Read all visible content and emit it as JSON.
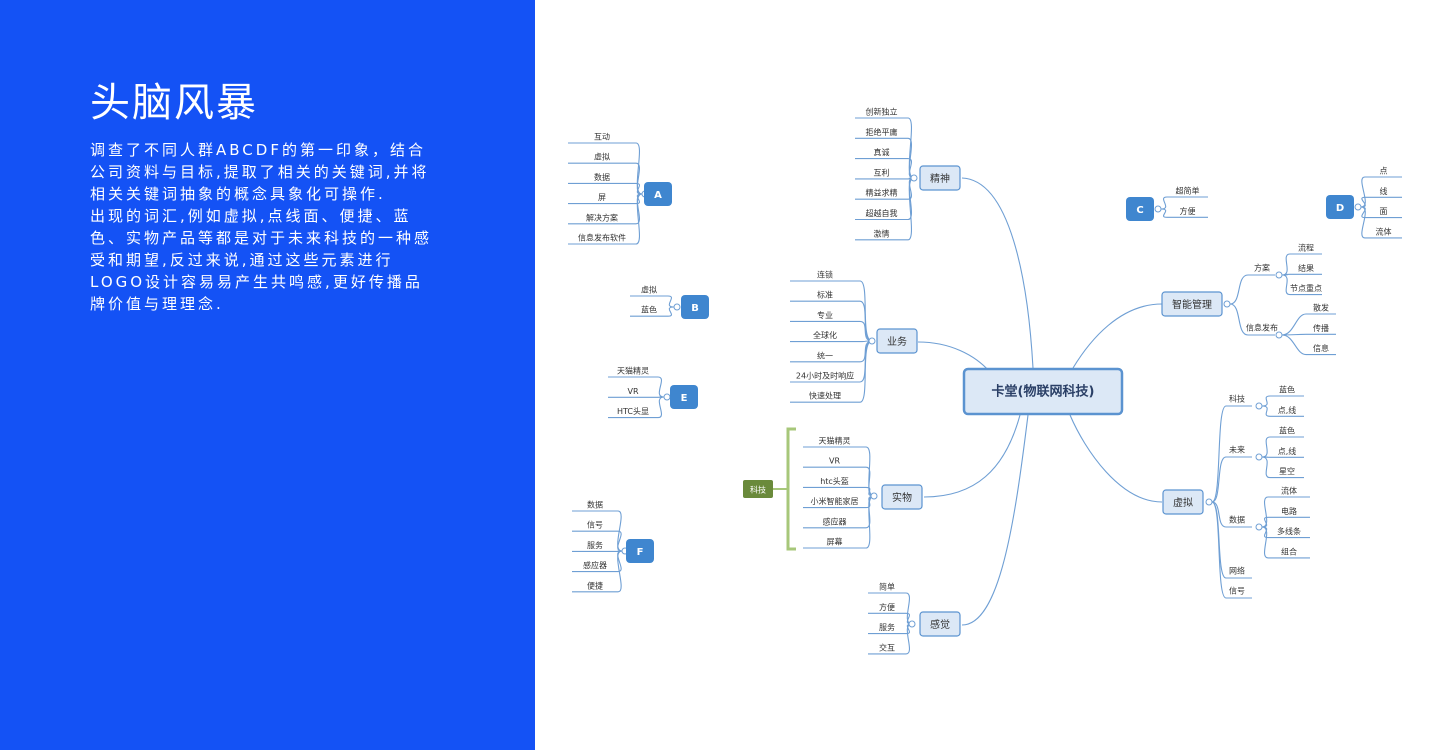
{
  "title": "头脑风暴",
  "description": {
    "paragraph1": "调查了不同人群ABCDF的第一印象，结合\n公司资料与目标,提取了相关的关键词,并将\n相关关键词抽象的概念具象化可操作.",
    "paragraph2": "出现的词汇,例如虚拟,点线面、便捷、蓝\n色、实物产品等都是对于未来科技的一种感\n受和期望,反过来说,通过这些元素进行\nLOGO设计容易易产生共鸣感,更好传播品\n牌价值与理理念."
  },
  "colors": {
    "panel": "#1452f5",
    "branch_line": "#6f9fd4",
    "node_box_fill": "#dce8f6",
    "node_box_border": "#5b93d0",
    "letter_fill": "#3f86cf",
    "tag_fill": "#6a8a3b",
    "bracket": "#a7c77a"
  },
  "mindmap": {
    "root": "卡堂(物联网科技)",
    "branches": {
      "jingshen": {
        "label": "精神",
        "items": [
          "创新独立",
          "拒绝平庸",
          "真诚",
          "互利",
          "精益求精",
          "超越自我",
          "激情"
        ]
      },
      "yewu": {
        "label": "业务",
        "items": [
          "连锁",
          "标准",
          "专业",
          "全球化",
          "统一",
          "24小时及时响应",
          "快速处理"
        ]
      },
      "shiwu": {
        "label": "实物",
        "items": [
          "天猫精灵",
          "VR",
          "htc头盔",
          "小米智能家居",
          "感应器",
          "屏幕"
        ],
        "tag": "科技"
      },
      "ganjue": {
        "label": "感觉",
        "items": [
          "简单",
          "方便",
          "服务",
          "交互"
        ]
      },
      "zhineng": {
        "label": "智能管理",
        "sub": [
          {
            "label": "方案",
            "items": [
              "流程",
              "结果",
              "节点重点"
            ]
          },
          {
            "label": "信息发布",
            "items": [
              "散发",
              "传播",
              "信息"
            ]
          }
        ]
      },
      "xuni": {
        "label": "虚拟",
        "sub": [
          {
            "label": "科技",
            "items": [
              "蓝色",
              "点,线"
            ]
          },
          {
            "label": "未来",
            "items": [
              "蓝色",
              "点,线",
              "星空"
            ]
          },
          {
            "label": "数据",
            "items": [
              "流体",
              "电路",
              "多线条",
              "组合"
            ]
          },
          {
            "label": "网络",
            "items": []
          },
          {
            "label": "信号",
            "items": []
          }
        ]
      }
    },
    "groups": {
      "A": {
        "letter": "A",
        "items": [
          "互动",
          "虚拟",
          "数据",
          "屏",
          "解决方案",
          "信息发布软件"
        ]
      },
      "B": {
        "letter": "B",
        "items": [
          "虚拟",
          "蓝色"
        ]
      },
      "C": {
        "letter": "C",
        "items": [
          "超简单",
          "方便"
        ]
      },
      "D": {
        "letter": "D",
        "items": [
          "点",
          "线",
          "面",
          "流体"
        ]
      },
      "E": {
        "letter": "E",
        "items": [
          "天猫精灵",
          "VR",
          "HTC头显"
        ]
      },
      "F": {
        "letter": "F",
        "items": [
          "数据",
          "信号",
          "服务",
          "感应器",
          "便捷"
        ]
      }
    }
  }
}
